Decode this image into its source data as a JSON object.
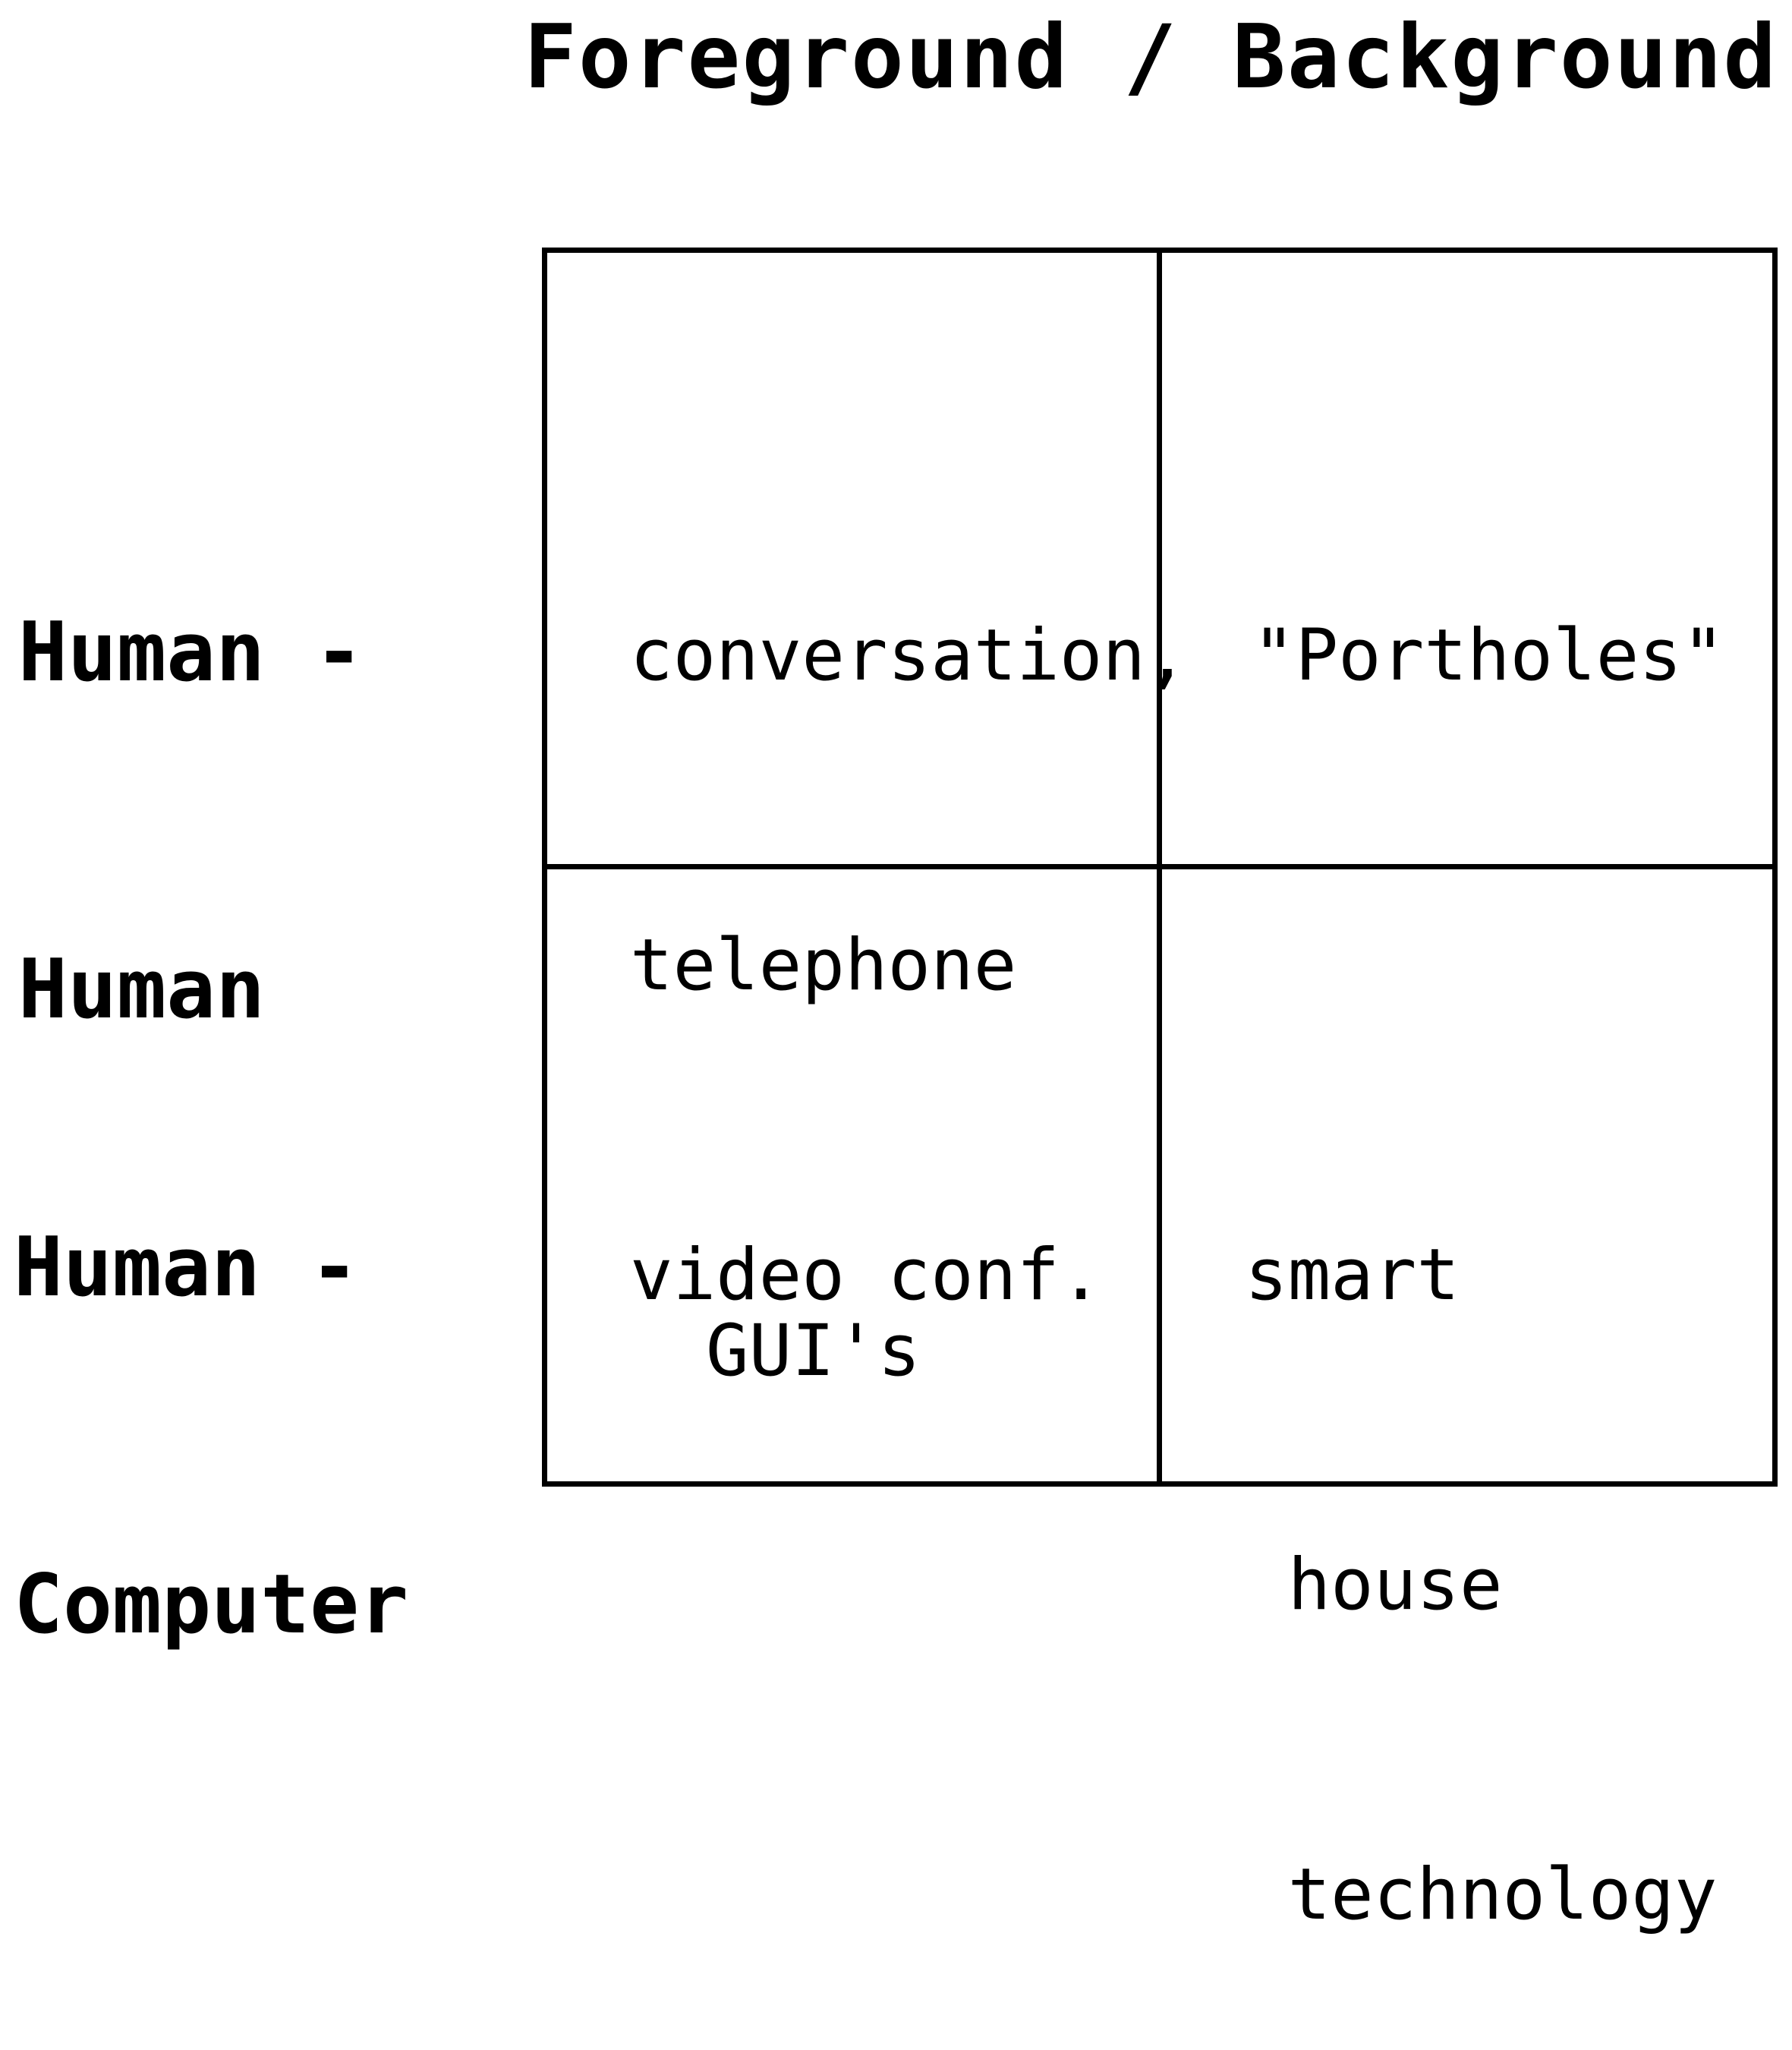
{
  "title": "Foreground / Background",
  "rows": {
    "human_human": [
      "Human -",
      "Human"
    ],
    "human_computer": [
      "Human -",
      "Computer"
    ]
  },
  "cells": {
    "fg_human_human": [
      "conversation,",
      "telephone",
      "video conf."
    ],
    "bg_human_human": [
      "\"Portholes\""
    ],
    "fg_human_computer": [
      "GUI's"
    ],
    "bg_human_computer": [
      "smart",
      " house",
      " technology"
    ]
  }
}
